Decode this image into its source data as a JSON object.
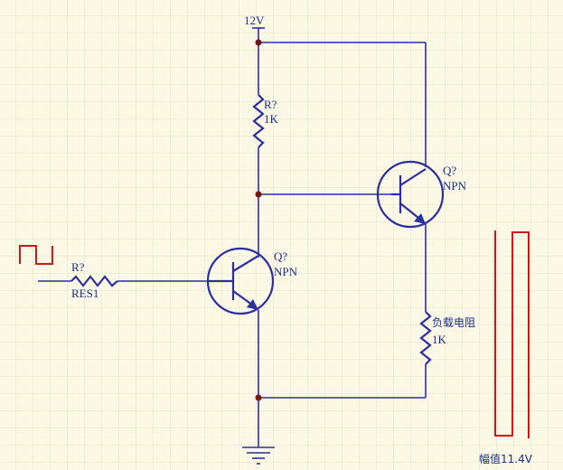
{
  "schematic": {
    "supply_label": "12V",
    "r_top": {
      "designator": "R?",
      "value": "1K"
    },
    "q_top": {
      "designator": "Q?",
      "type": "NPN"
    },
    "r_input": {
      "designator": "R?",
      "value": "RES1"
    },
    "q_bottom": {
      "designator": "Q?",
      "type": "NPN"
    },
    "r_load": {
      "name": "负载电阻",
      "value": "1K"
    },
    "output_amplitude": "幅值11.4V"
  },
  "colors": {
    "wire": "#2b2fa0",
    "waveform": "#c81a1a",
    "junction": "#7a1010",
    "grid": "#e6e2c4",
    "background": "#fbf9e6"
  }
}
